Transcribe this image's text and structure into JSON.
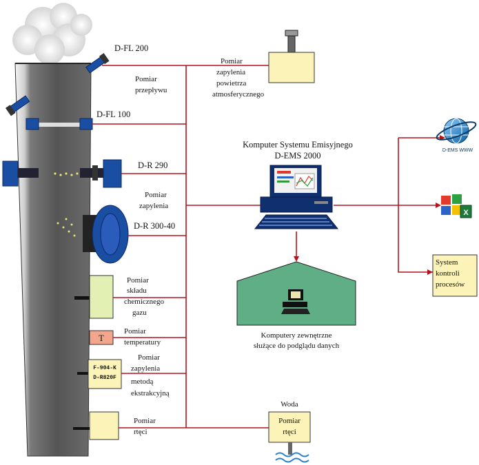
{
  "devices": {
    "dfl200": "D-FL 200",
    "dfl100": "D-FL 100",
    "dr290": "D-R 290",
    "dr30040": "D-R 300-40",
    "fbox_line1": "F-904-K",
    "fbox_line2": "D-R820F",
    "temp_symbol": "T"
  },
  "measurements": {
    "flow": [
      "Pomiar",
      "przepływu"
    ],
    "dust": [
      "Pomiar",
      "zapylenia"
    ],
    "chem": [
      "Pomiar",
      "składu",
      "chemicznego",
      "gazu"
    ],
    "temp": [
      "Pomiar",
      "temperatury"
    ],
    "extract": [
      "Pomiar",
      "zapylenia",
      "metodą",
      "ekstrakcyjną"
    ],
    "mercury": [
      "Pomiar",
      "rtęci"
    ],
    "atmos": [
      "Pomiar",
      "zapylenia",
      "powietrza",
      "atmosferycznego"
    ]
  },
  "system": {
    "title_line1": "Komputer Systemu Emisyjnego",
    "title_line2": "D-EMS 2000"
  },
  "external": {
    "caption_line1": "Komputery zewnętrzne",
    "caption_line2": "służące do podglądu danych"
  },
  "water": {
    "label": "Woda",
    "box": [
      "Pomiar",
      "rtęci"
    ]
  },
  "outputs": {
    "www_label": "D-EMS WWW",
    "process": [
      "System",
      "kontroli",
      "procesów"
    ]
  },
  "colors": {
    "connector": "#b3141b",
    "sensor_blue": "#1a4ea3",
    "building": "#5fae85",
    "chem_box": "#e2f0b4",
    "temp_box": "#f2a68c"
  }
}
